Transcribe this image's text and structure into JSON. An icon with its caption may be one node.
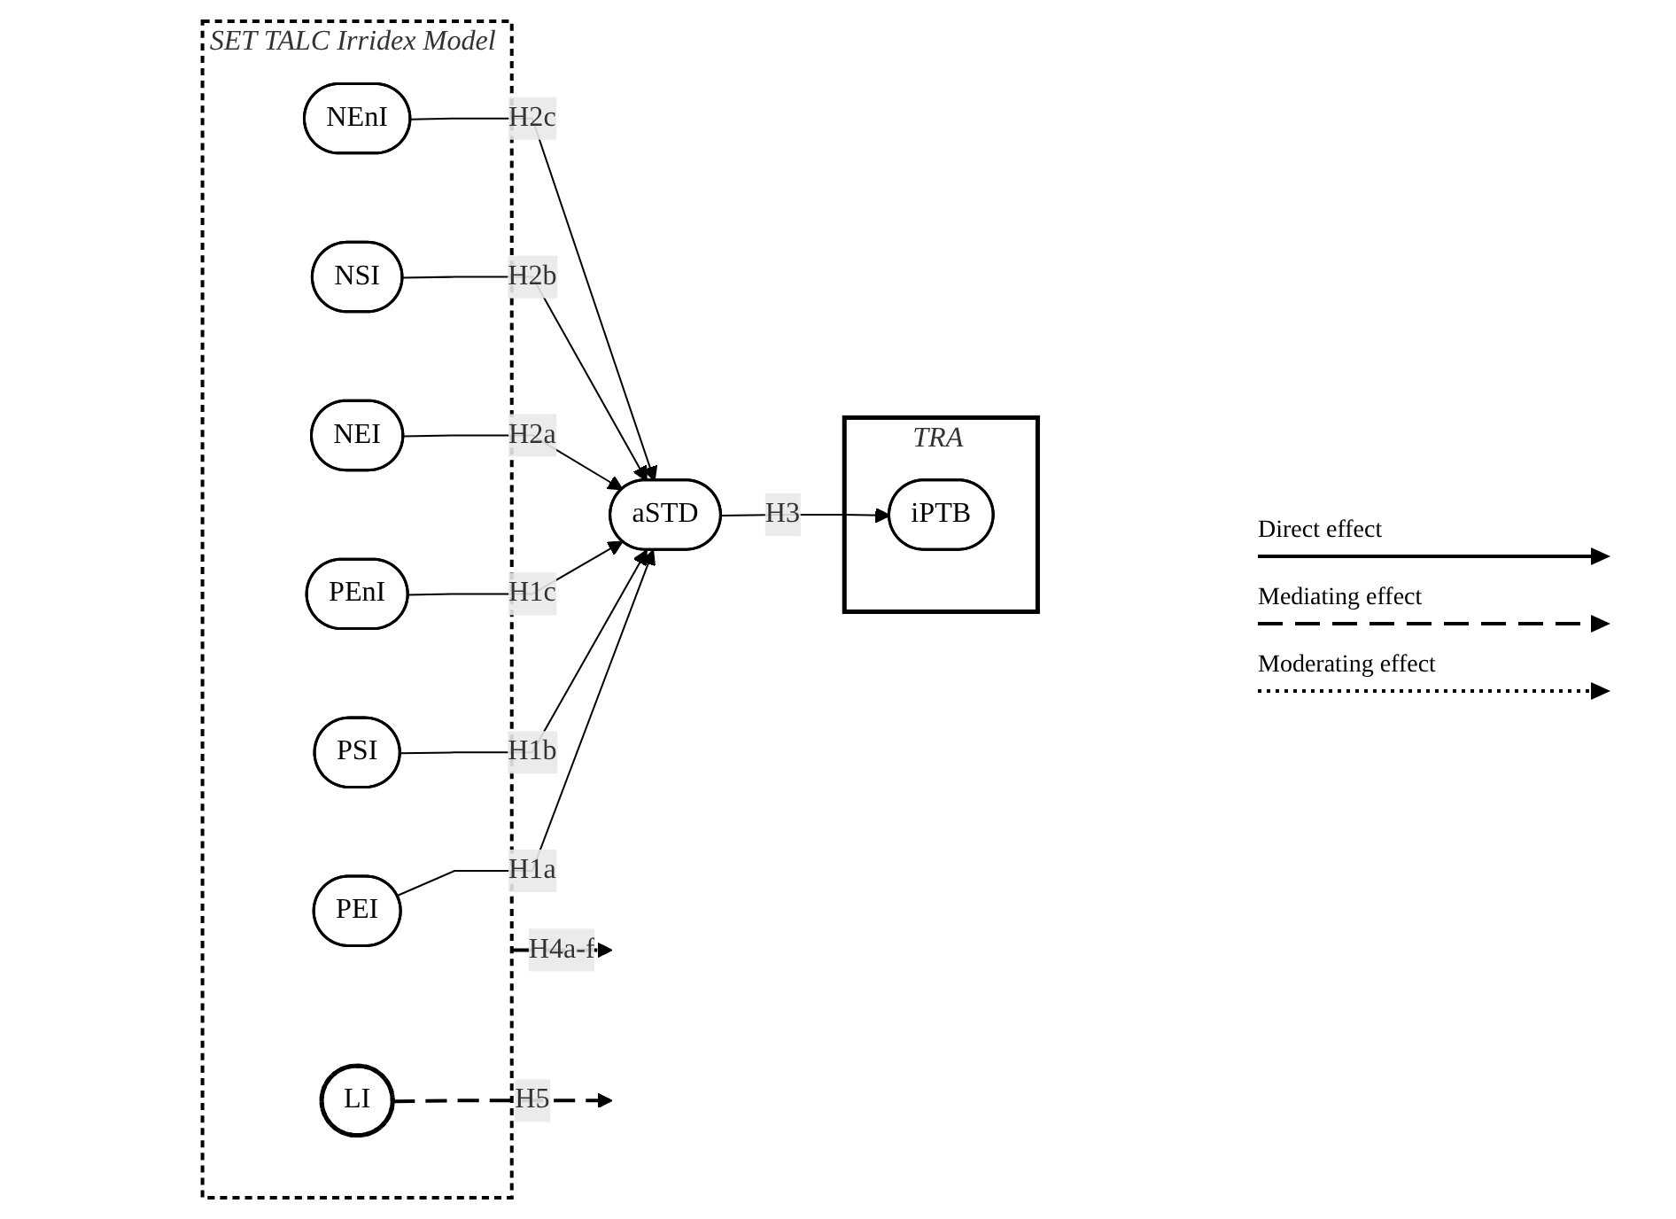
{
  "diagram": {
    "nodes": [
      {
        "text": [
          "SET TALC Irridex Model"
        ]
      },
      {
        "text": [
          "PEI"
        ],
        "in": 0
      },
      {
        "text": [
          "PSI"
        ],
        "in": 0
      },
      {
        "text": [
          "PEnI"
        ],
        "in": 0
      },
      {
        "text": [
          "NEI"
        ],
        "in": 0
      },
      {
        "text": [
          "NSI"
        ],
        "in": 0
      },
      {
        "text": [
          "NEnI"
        ],
        "in": 0
      },
      {
        "text": [
          "LI"
        ],
        "in": 0
      },
      {
        "text": [
          "TRA"
        ]
      },
      {
        "text": [
          "aSTD"
        ]
      },
      {
        "text": [
          "iPTB"
        ],
        "in": 8
      }
    ],
    "edges": [
      {
        "from": 1,
        "to": 9,
        "arrow": "to",
        "label": "H1a"
      },
      {
        "from": 2,
        "to": 9,
        "arrow": "to",
        "label": "H1b"
      },
      {
        "from": 3,
        "to": 9,
        "arrow": "to",
        "label": "H1c"
      },
      {
        "from": 4,
        "to": 9,
        "arrow": "to",
        "label": "H2a"
      },
      {
        "from": 5,
        "to": 9,
        "arrow": "to",
        "label": "H2b"
      },
      {
        "from": 6,
        "to": 9,
        "arrow": "to",
        "label": "H2c"
      },
      {
        "from": 9,
        "to": 10,
        "arrow": "to",
        "label": "H3"
      },
      {
        "from": 0,
        "to": null,
        "arrow": "to",
        "label": "H4a-f",
        "style": "dashed"
      },
      {
        "from": 7,
        "to": null,
        "arrow": "to",
        "label": "H5",
        "style": "dashed"
      }
    ],
    "legend": [
      {
        "text": "Direct effect"
      },
      {
        "text": "Mediating effect"
      },
      {
        "text": "Moderating effect"
      }
    ]
  }
}
